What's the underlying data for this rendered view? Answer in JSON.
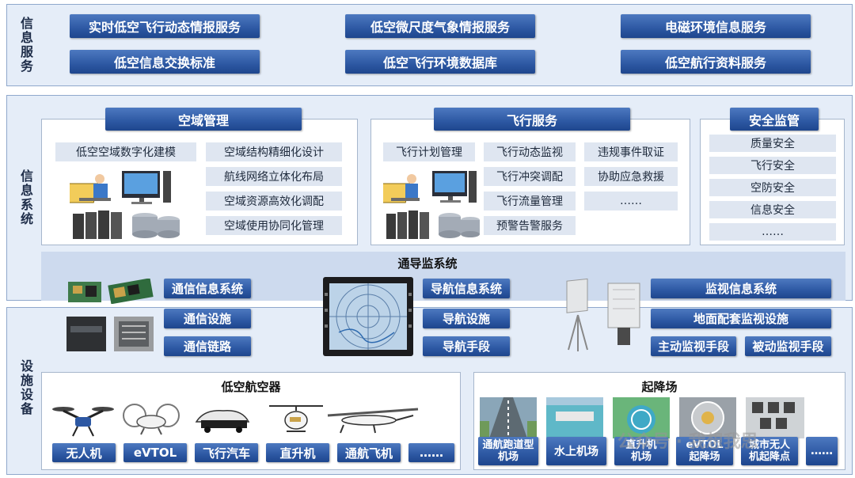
{
  "sections": {
    "info_services": "信息服务",
    "info_systems": "信息系统",
    "facilities": "设施设备"
  },
  "info_services": {
    "row1": [
      "实时低空飞行动态情报服务",
      "低空微尺度气象情报服务",
      "电磁环境信息服务"
    ],
    "row2": [
      "低空信息交换标准",
      "低空飞行环境数据库",
      "低空航行资料服务"
    ]
  },
  "airspace": {
    "title": "空域管理",
    "left_item": "低空空域数字化建模",
    "items": [
      "空域结构精细化设计",
      "航线网络立体化布局",
      "空域资源高效化调配",
      "空域使用协同化管理"
    ]
  },
  "flight": {
    "title": "飞行服务",
    "col1": [
      "飞行计划管理"
    ],
    "col2": [
      "飞行动态监视",
      "飞行冲突调配",
      "飞行流量管理",
      "预警告警服务"
    ],
    "col3": [
      "违规事件取证",
      "协助应急救援",
      "……"
    ]
  },
  "safety": {
    "title": "安全监管",
    "items": [
      "质量安全",
      "飞行安全",
      "空防安全",
      "信息安全",
      "……"
    ]
  },
  "cns": {
    "title": "通导监系统",
    "comm_system": "通信信息系统",
    "nav_system": "导航信息系统",
    "surv_system": "监视信息系统",
    "comm_facility": "通信设施",
    "comm_link": "通信链路",
    "nav_facility": "导航设施",
    "nav_means": "导航手段",
    "surv_facility": "地面配套监视设施",
    "active_surv": "主动监视手段",
    "passive_surv": "被动监视手段"
  },
  "aircraft": {
    "title": "低空航空器",
    "labels": [
      "无人机",
      "eVTOL",
      "飞行汽车",
      "直升机",
      "通航飞机",
      "……"
    ]
  },
  "airports": {
    "title": "起降场",
    "labels": [
      [
        "通航跑道型",
        "机场"
      ],
      [
        "水上机场"
      ],
      [
        "直升机",
        "机场"
      ],
      [
        "eVTOL",
        "起降场"
      ],
      [
        "城市无人",
        "机起降点"
      ],
      [
        "……"
      ]
    ]
  },
  "watermark": "公众号 · 我想我思"
}
